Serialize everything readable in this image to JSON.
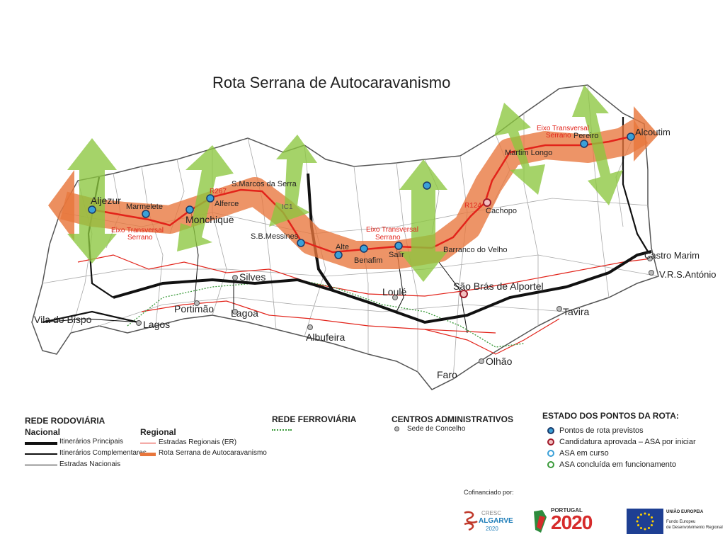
{
  "map": {
    "title": "Rota Serrana de Autocaravanismo",
    "towns": {
      "aljezur": "Aljezur",
      "marmelete": "Marmelete",
      "monchique": "Monchique",
      "alferce": "Alferce",
      "s_marcos": "S.Marcos da Serra",
      "s_b_messines": "S.B.Messines",
      "alte": "Alte",
      "benafim": "Benafim",
      "salir": "Salir",
      "barranco": "Barranco do Velho",
      "cachopo": "Cachopo",
      "martim_longo": "Martim Longo",
      "pereiro": "Pereiro",
      "alcoutim": "Alcoutim",
      "castro_marim": "Castro Marim",
      "vrs_antonio": "V.R.S.António",
      "sao_bras": "São Brás de Alportel",
      "tavira": "Tavira",
      "loule": "Loulé",
      "olhao": "Olhão",
      "faro": "Faro",
      "albufeira": "Albufeira",
      "silves": "Silves",
      "lagoa": "Lagoa",
      "portimao": "Portimão",
      "lagos": "Lagos",
      "vila_do_bispo": "Vila do Bispo"
    },
    "route_labels": {
      "eixo1_line1": "Eixo Transversal",
      "eixo1_line2": "Serrano",
      "eixo2_line1": "Eixo Transversal",
      "eixo2_line2": "Serrano",
      "eixo3_line1": "Eixo Transversal",
      "eixo3_line2": "Serrano",
      "r267": "R267",
      "r124": "R124",
      "n2_ic1": "IC1"
    },
    "colors": {
      "route_band": "#e8763c",
      "route_line": "#e2231a",
      "arrow": "#8cc63f",
      "main_road": "#111111",
      "regional_road": "#e2231a",
      "railway": "#3a9a3a",
      "boundary": "#9a9a9a"
    }
  },
  "legend": {
    "rede_rodoviaria": "REDE RODOVIÁRIA",
    "nacional": "Nacional",
    "itinerarios_principais": "Itinerários Principais",
    "itinerarios_complementares": "Itinerários Complementares",
    "estradas_nacionais": "Estradas Nacionais",
    "regional": "Regional",
    "estradas_regionais": "Estradas Regionais (ER)",
    "rota_serrana": "Rota Serrana de Autocaravanismo",
    "rede_ferroviaria": "REDE FERROVIÁRIA",
    "centros_administrativos": "CENTROS ADMINISTRATIVOS",
    "sede_de_concelho": "Sede de Concelho",
    "estado_pontos": "ESTADO DOS PONTOS DA ROTA:",
    "pontos_previstos": "Pontos de rota previstos",
    "candidatura_aprovada": "Candidatura aprovada – ASA por iniciar",
    "asa_em_curso": "ASA em curso",
    "asa_concluida": "ASA concluída em funcionamento"
  },
  "funding": {
    "cofinanciado": "Cofinanciado por:",
    "cresc_line1": "CRESC",
    "cresc_line2": "ALGARVE",
    "cresc_line3": "2020",
    "portugal": "PORTUGAL",
    "p2020": "2020",
    "ue_line1": "UNIÃO EUROPEIA",
    "ue_line2": "Fundo Europeu",
    "ue_line3": "de Desenvolvimento Regional"
  }
}
